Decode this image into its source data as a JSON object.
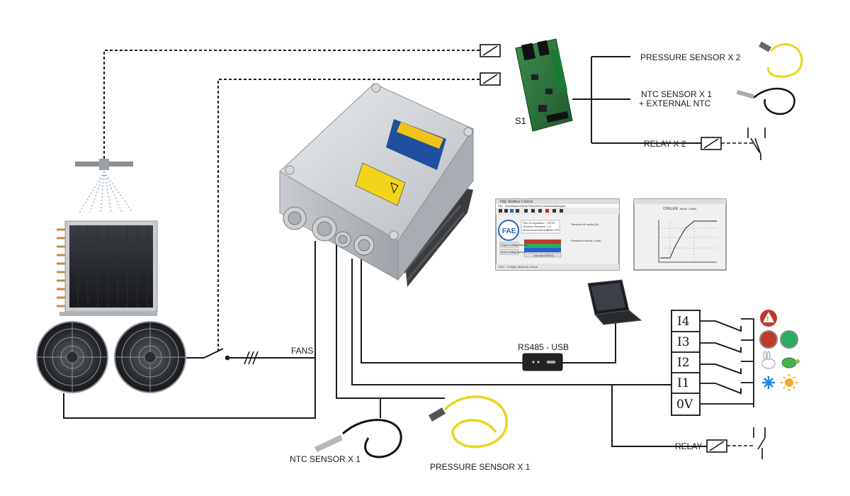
{
  "labels": {
    "s1": "S1",
    "pressure_x2": "PRESSURE SENSOR X 2",
    "ntc_x1_line1": "NTC SENSOR X 1",
    "ntc_x1_line2": "+ EXTERNAL NTC",
    "relay_x2": "RELAY X 2",
    "fans": "FANS",
    "rs485": "RS485 - USB",
    "ntc_bottom": "NTC SENSOR X 1",
    "pressure_bottom": "PRESSURE SENSOR X 1",
    "relay": "RELAY"
  },
  "inputs": [
    "I4",
    "I3",
    "I2",
    "I1",
    "0V"
  ],
  "software_window": {
    "title": "FAE Modbus Control",
    "menu": [
      "File",
      "Impostazioni",
      "Aiuto",
      "Strumenti",
      "Connessione",
      "Lingua"
    ],
    "logo": "FAE",
    "btn_copia": "Copia configurazione",
    "btn_invia": "Invia configurazione",
    "info_rows": [
      "Tipo di regolatore",
      "Versione firmware",
      "Modo funzionamento"
    ],
    "info_vals": [
      "VR7M",
      "1.0",
      "CHILLER"
    ],
    "field_a": "Tensione di uscita (%)",
    "field_b": "Pressione sonda 1 (bar)",
    "mode_btn": "Normal SPEED",
    "status": "RTU - COM8 | 38400,8,1,None"
  },
  "chart_window": {
    "title": "CHILLER",
    "mode": "Modo",
    "mode_val": "Chiller"
  }
}
